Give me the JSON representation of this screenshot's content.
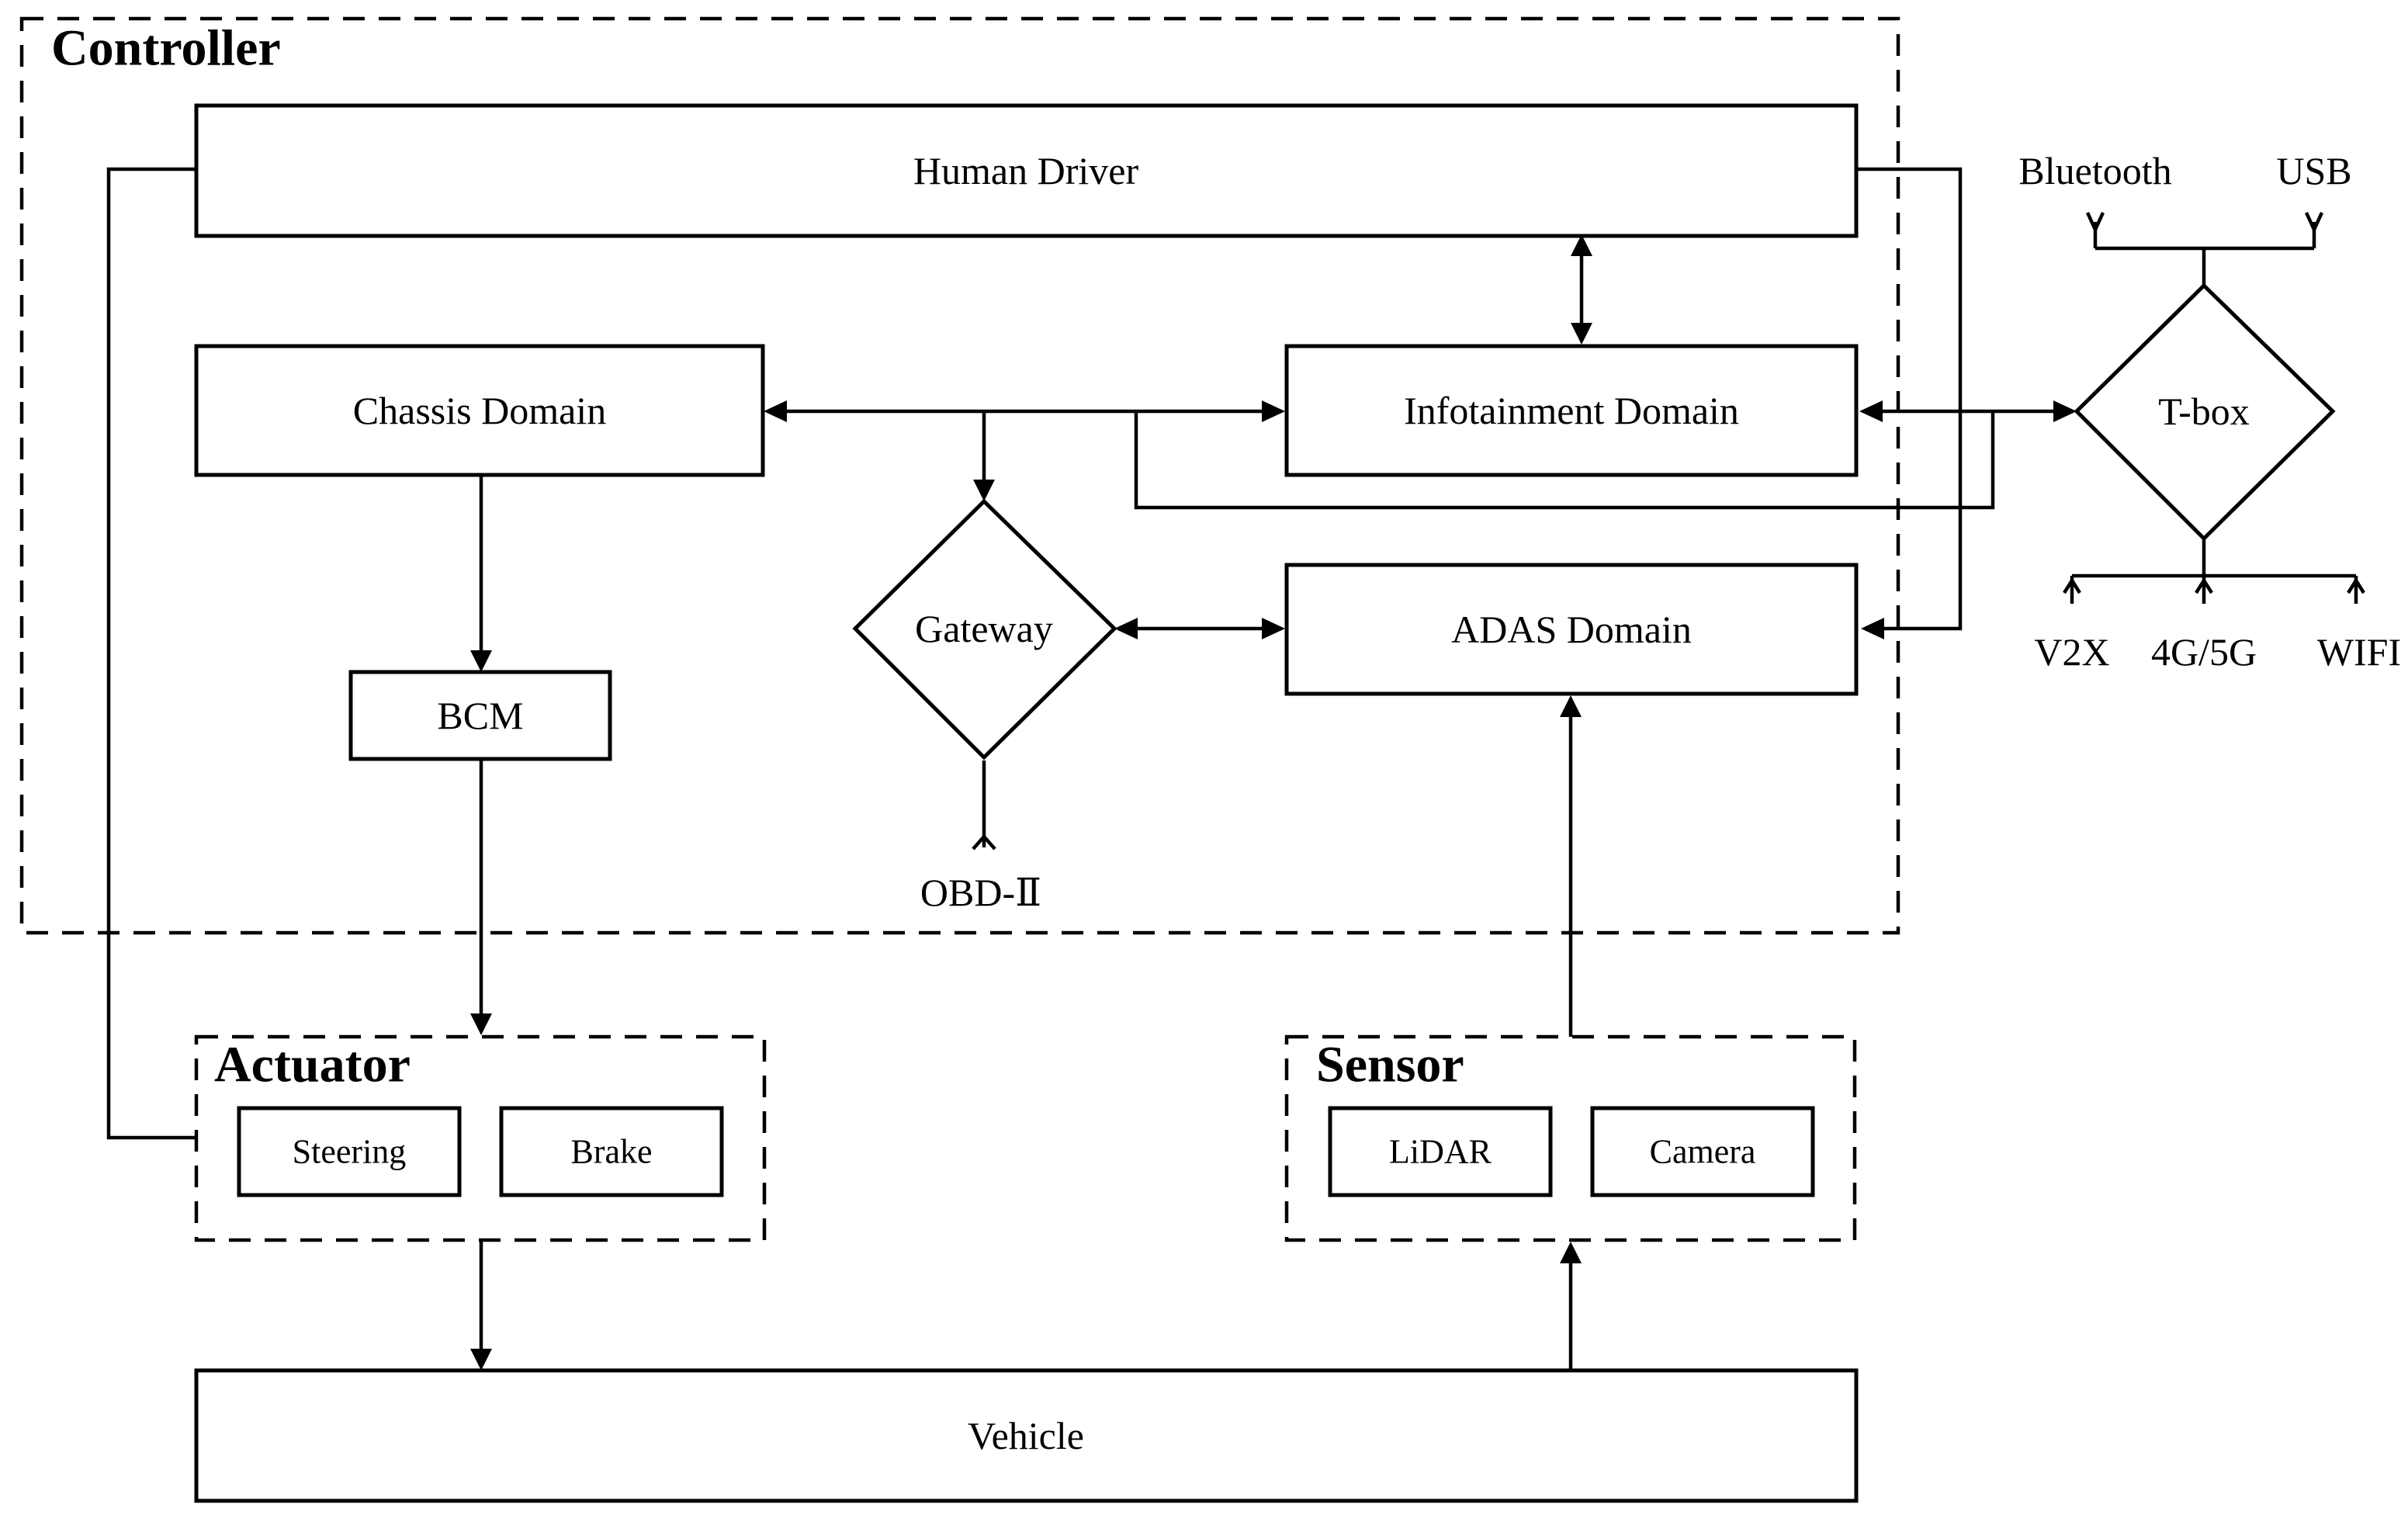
{
  "groups": {
    "controller": "Controller",
    "actuator": "Actuator",
    "sensor": "Sensor"
  },
  "blocks": {
    "human_driver": "Human Driver",
    "chassis_domain": "Chassis Domain",
    "infotainment_domain": "Infotainment Domain",
    "adas_domain": "ADAS Domain",
    "bcm": "BCM",
    "gateway": "Gateway",
    "t_box": "T-box",
    "vehicle": "Vehicle",
    "steering": "Steering",
    "brake": "Brake",
    "lidar": "LiDAR",
    "camera": "Camera"
  },
  "ports": {
    "bluetooth": "Bluetooth",
    "usb": "USB",
    "v2x": "V2X",
    "cellular": "4G/5G",
    "wifi": "WIFI",
    "obd": "OBD-Ⅱ"
  }
}
